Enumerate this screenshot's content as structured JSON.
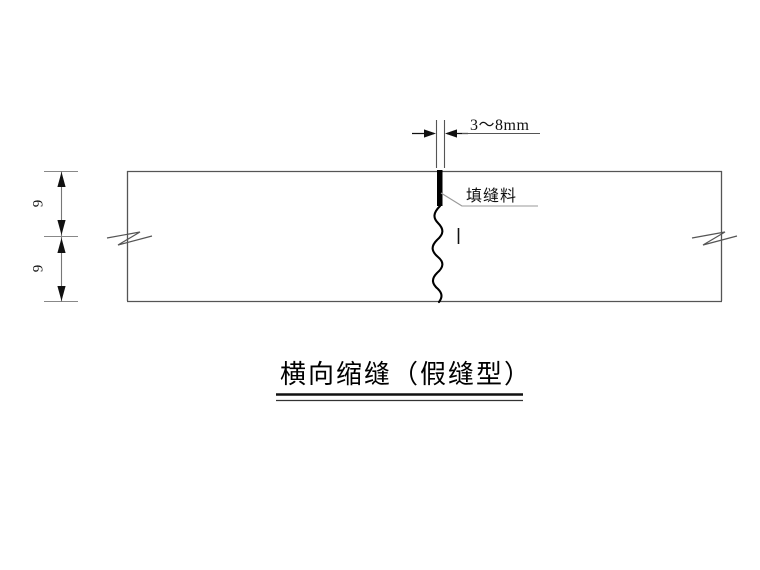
{
  "drawing": {
    "title": "横向缩缝（假缝型）",
    "dimensions": {
      "joint_width": "3～8mm",
      "slab_upper_thickness": "9",
      "slab_lower_thickness": "9"
    },
    "annotations": {
      "sealant": "填缝料"
    },
    "colors": {
      "line": "#555555",
      "line_dark": "#000000",
      "sealant_fill": "#000000",
      "background": "#ffffff",
      "text": "#111111"
    }
  }
}
